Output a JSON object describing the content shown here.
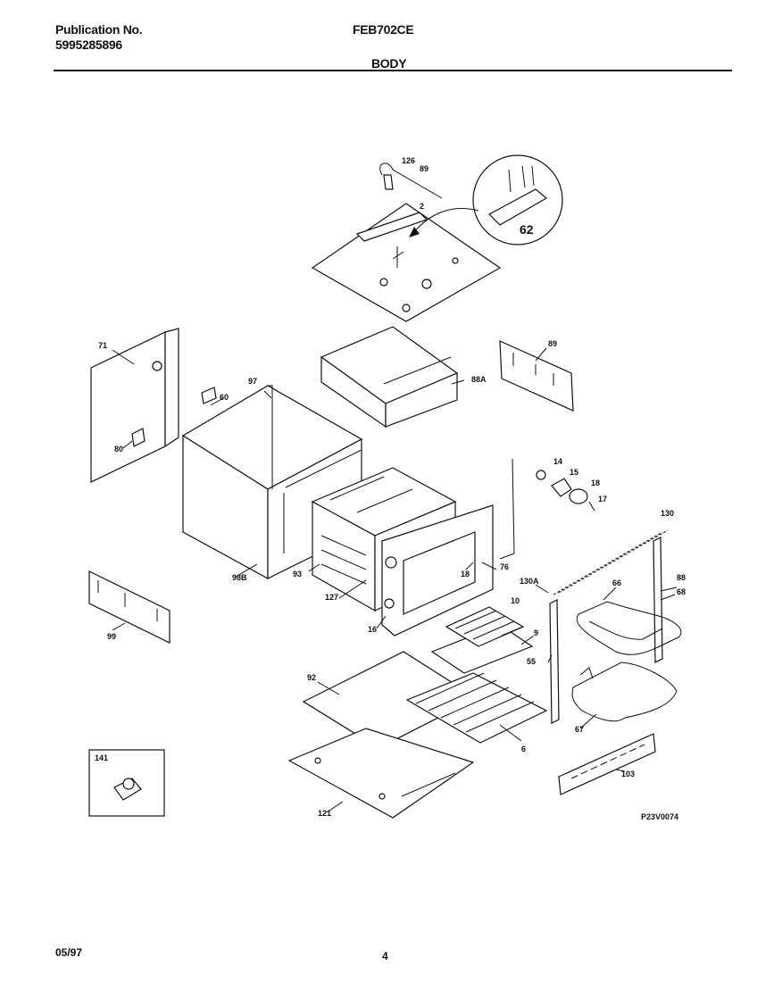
{
  "header": {
    "publication_label": "Publication No.",
    "publication_number": "5995285896",
    "model": "FEB702CE",
    "section": "BODY"
  },
  "diagram": {
    "drawing_code": "P23V0074",
    "callouts": [
      "126",
      "89",
      "2",
      "62",
      "71",
      "97",
      "60",
      "80",
      "89",
      "88A",
      "14",
      "15",
      "18",
      "17",
      "130",
      "93",
      "76",
      "18",
      "127",
      "16",
      "130A",
      "88",
      "68",
      "66",
      "10",
      "9",
      "92",
      "55",
      "6",
      "67",
      "141",
      "121",
      "103",
      "99",
      "98B"
    ]
  },
  "footer": {
    "date": "05/97",
    "page": "4"
  }
}
